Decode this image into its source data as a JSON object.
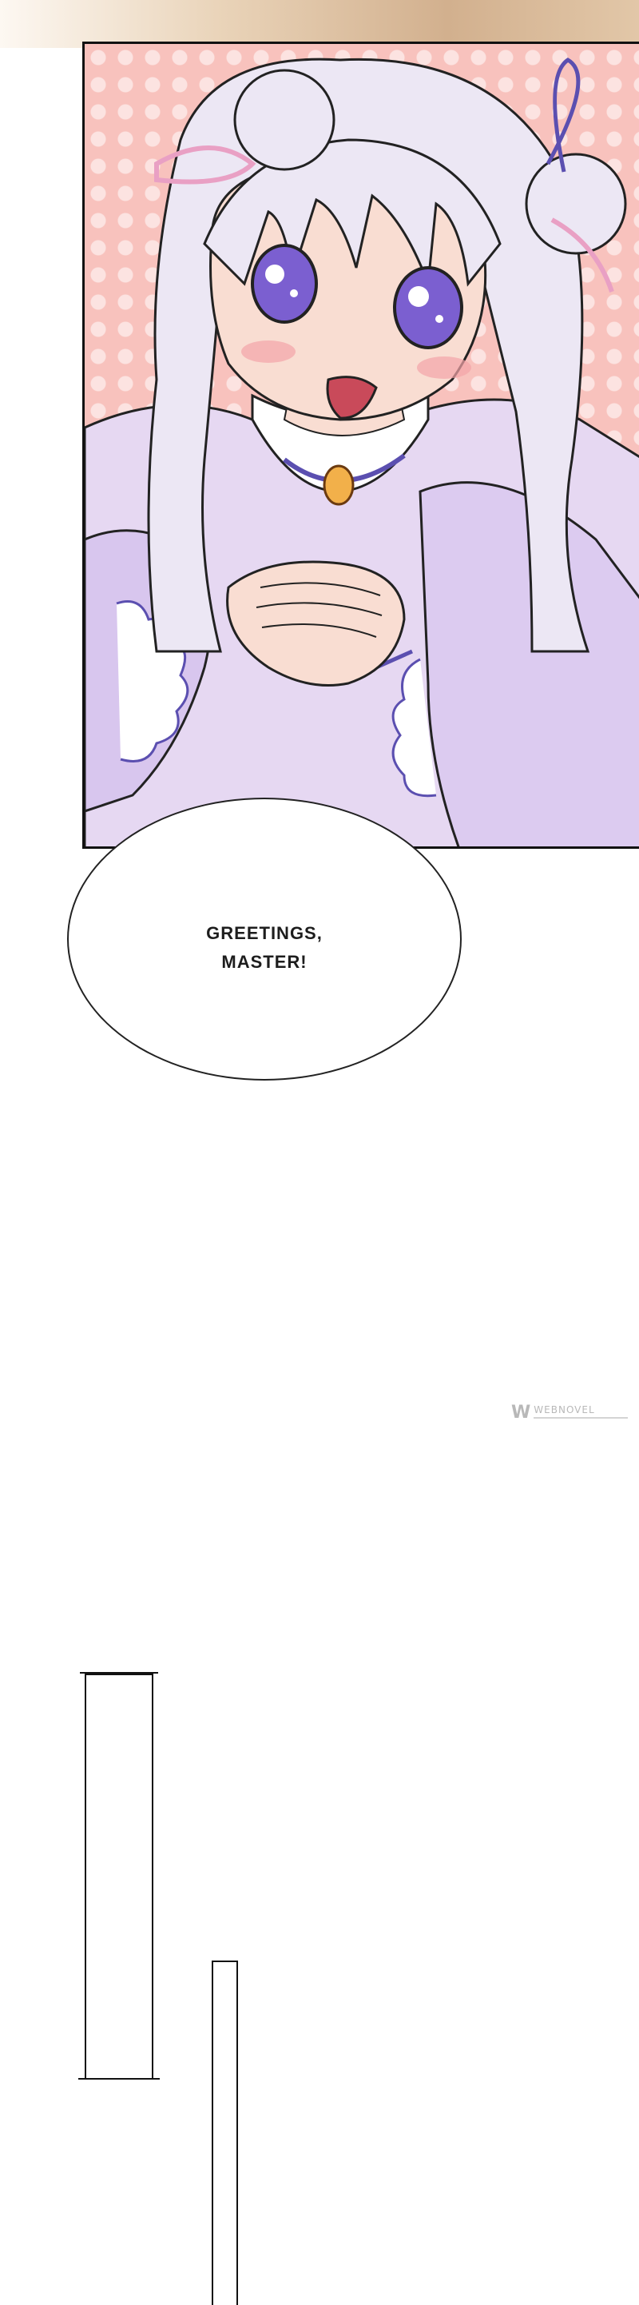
{
  "dialogue": {
    "line1": "GREETINGS,",
    "line2": "MASTER!"
  },
  "watermark": {
    "brand": "WEBNOVEL",
    "logo_icon": "webnovel-logo-icon"
  },
  "colors": {
    "panel_background": "#f8c2bd",
    "hair": "#ece7f4",
    "robe": "#e6d8f2",
    "robe_trim": "#5b4fb0",
    "ribbon": "#e9a0c4",
    "eyes": "#7b5fd0",
    "gem": "#f2b04a",
    "skin": "#f9ddd2"
  }
}
